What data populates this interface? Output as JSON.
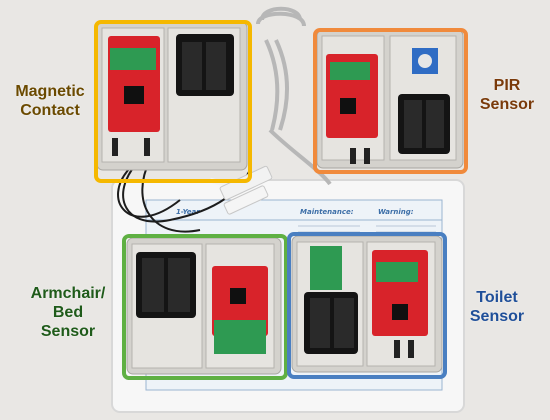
{
  "labels": {
    "magnetic": [
      "Magnetic",
      "Contact"
    ],
    "pir": [
      "PIR",
      "Sensor"
    ],
    "armchair": [
      "Armchair/",
      "Bed",
      "Sensor"
    ],
    "toilet": [
      "Toilet",
      "Sensor"
    ]
  },
  "colors": {
    "magnetic": "#f5b800",
    "pir": "#f08a3c",
    "armchair": "#5fb043",
    "toilet": "#4a7fc1",
    "magnetic_text": "#6b4a00",
    "pir_text": "#7a3a0a",
    "armchair_text": "#1f5b1a",
    "toilet_text": "#1f4f99"
  },
  "mat": {
    "headings": [
      "1-Year",
      "Maintenance:",
      "Warning:"
    ]
  }
}
